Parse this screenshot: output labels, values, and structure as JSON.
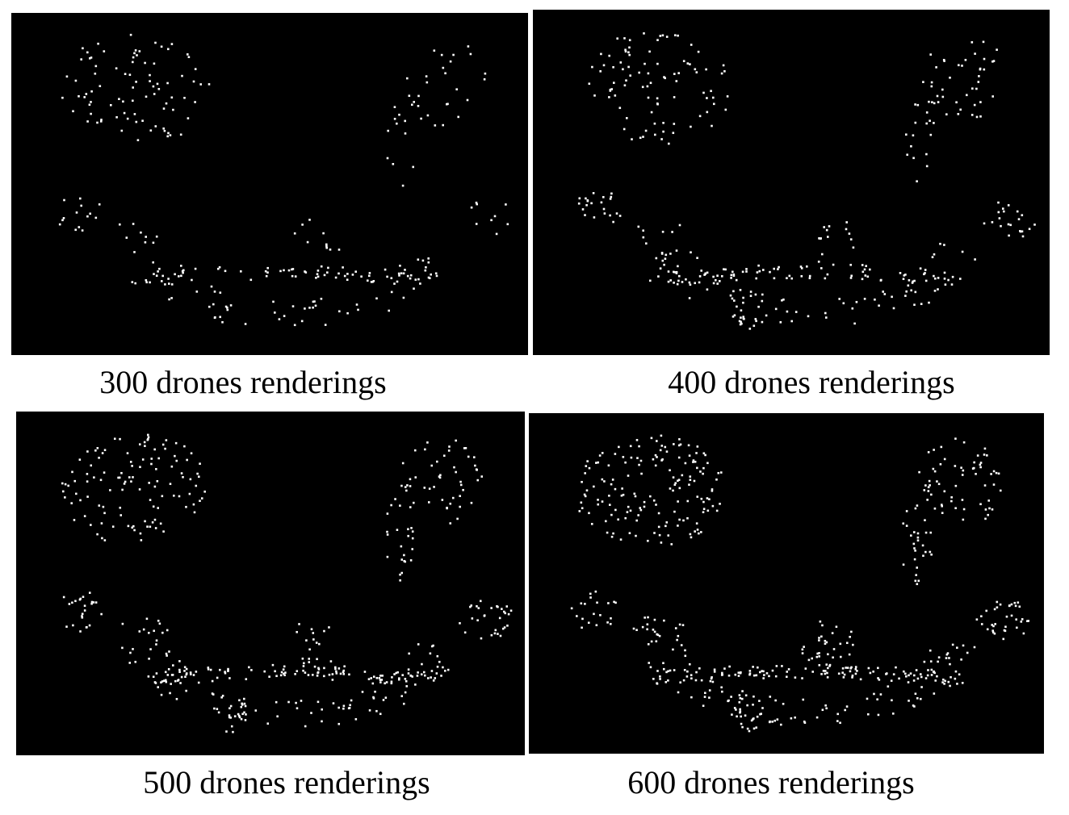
{
  "figure": {
    "background_color": "#000000",
    "dot_color": "#ffffff",
    "subject": "dragon shape formed by drone light dots",
    "panels": [
      {
        "caption": "300 drones renderings",
        "drone_count": 300
      },
      {
        "caption": "400 drones renderings",
        "drone_count": 400
      },
      {
        "caption": "500 drones renderings",
        "drone_count": 500
      },
      {
        "caption": "600 drones renderings",
        "drone_count": 600
      }
    ]
  }
}
